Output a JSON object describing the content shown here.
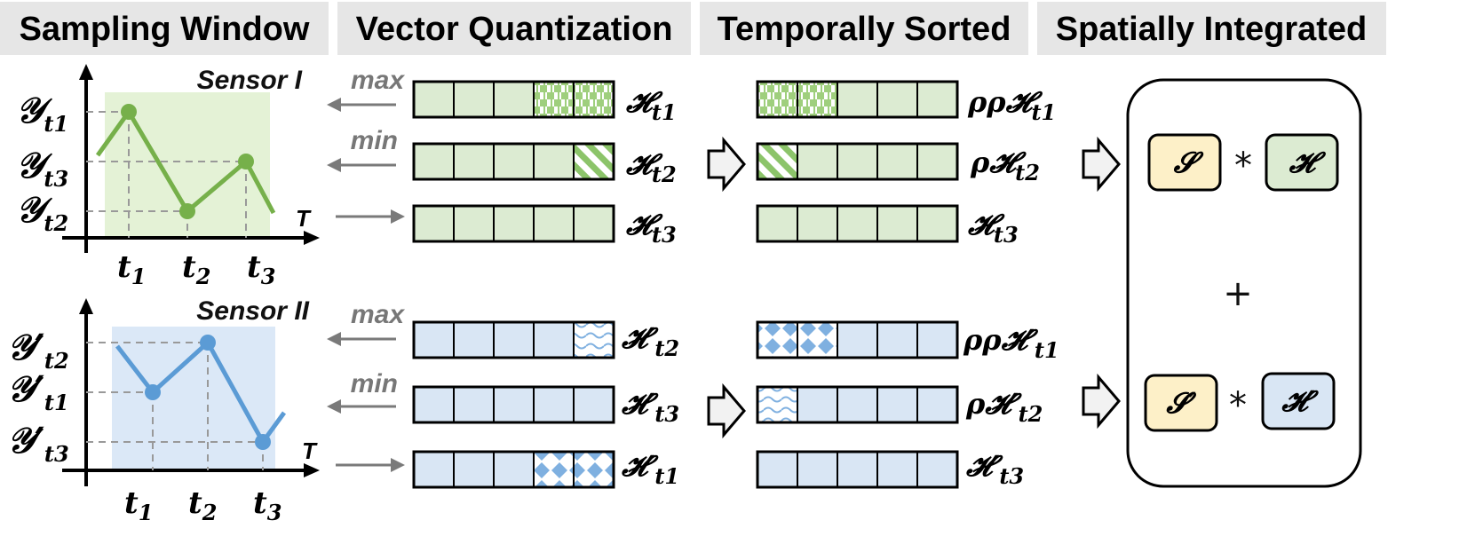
{
  "headers": [
    "Sampling Window",
    "Vector Quantization",
    "Temporally Sorted",
    "Spatially Integrated"
  ],
  "colors": {
    "green_fill": "#dcebd2",
    "green_line": "#76b04a",
    "green_bg": "#e4f2d6",
    "blue_fill": "#d9e6f4",
    "blue_line": "#5b9bd5",
    "blue_bg": "#dbe8f7",
    "yellow_fill": "#fdf0c8",
    "arrow_gray": "#7a7a7a",
    "header_bg": "#e6e6e6"
  },
  "sensor1": {
    "title": "Sensor I",
    "ylabels": [
      "𝒴",
      "𝒴",
      "𝒴"
    ],
    "ysubs": [
      "t1",
      "t3",
      "t2"
    ],
    "xlabels": [
      "t",
      "t",
      "t"
    ],
    "xsubs": [
      "1",
      "2",
      "3"
    ],
    "axis": "T",
    "points": [
      {
        "t": 1,
        "y": 3
      },
      {
        "t": 2,
        "y": 1
      },
      {
        "t": 3,
        "y": 2
      }
    ]
  },
  "sensor2": {
    "title": "Sensor II",
    "ylabels": [
      "𝒴′",
      "𝒴′",
      "𝒴′"
    ],
    "ysubs": [
      "t2",
      "t1",
      "t3"
    ],
    "xlabels": [
      "t",
      "t",
      "t"
    ],
    "xsubs": [
      "1",
      "2",
      "3"
    ],
    "axis": "T",
    "points": [
      {
        "t": 1,
        "y": 2
      },
      {
        "t": 2,
        "y": 3
      },
      {
        "t": 3,
        "y": 1
      }
    ]
  },
  "quant": {
    "dir_labels": [
      "max",
      "min",
      ""
    ],
    "green_labels": [
      {
        "main": "𝓗",
        "sub": "t1"
      },
      {
        "main": "𝓗",
        "sub": "t2"
      },
      {
        "main": "𝓗",
        "sub": "t3"
      }
    ],
    "blue_labels": [
      {
        "main": "𝓗′",
        "sub": "t2"
      },
      {
        "main": "𝓗′",
        "sub": "t3"
      },
      {
        "main": "𝓗′",
        "sub": "t1"
      }
    ]
  },
  "sorted": {
    "green_labels": [
      {
        "main": "ρρ𝓗",
        "sub": "t1"
      },
      {
        "main": "ρ𝓗",
        "sub": "t2"
      },
      {
        "main": "𝓗",
        "sub": "t3"
      }
    ],
    "blue_labels": [
      {
        "main": "ρρ𝓗′",
        "sub": "t1"
      },
      {
        "main": "ρ𝓗′",
        "sub": "t2"
      },
      {
        "main": "𝓗′",
        "sub": "t3"
      }
    ]
  },
  "integrated": {
    "top_s": "𝓢",
    "top_h": "𝓗",
    "bottom_s": "𝓢′",
    "bottom_h": "𝓗′",
    "times": "*",
    "plus": "+"
  }
}
